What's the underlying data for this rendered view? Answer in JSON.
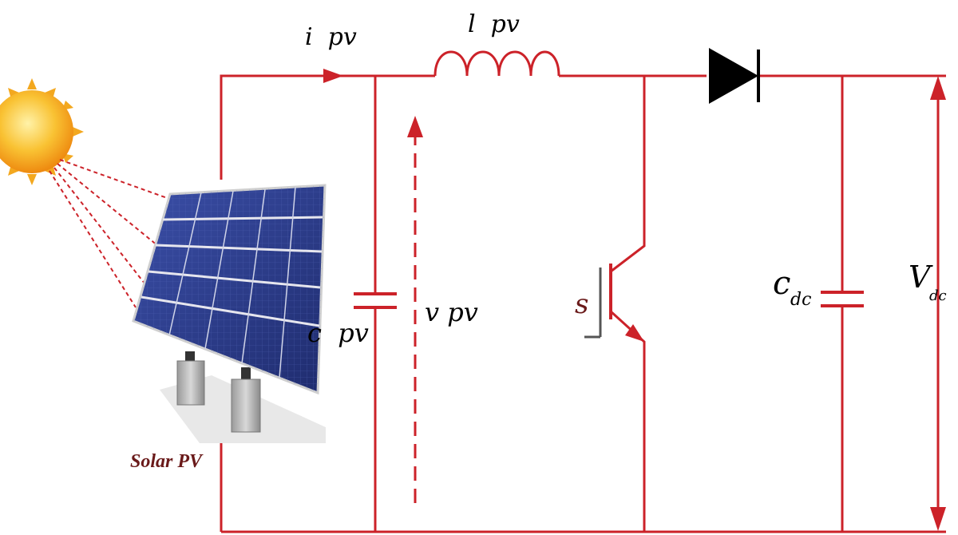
{
  "labels": {
    "i_pv": "i  pv",
    "l_pv": "l  pv",
    "c_pv": "c  pv",
    "v_pv": "v pv",
    "switch": "s",
    "c_dc_main": "c",
    "c_dc_sub": "dc",
    "v_dc_main": "V",
    "v_dc_sub": "dc",
    "solar_pv": "Solar PV"
  },
  "colors": {
    "wire": "#cc2229",
    "diode": "#000000",
    "sun": "#f5a623",
    "panel": "#2a3d8f",
    "label_pv": "#6a1a1a"
  },
  "icons": {
    "sun": "sun-icon",
    "panel": "solar-panel-icon"
  }
}
